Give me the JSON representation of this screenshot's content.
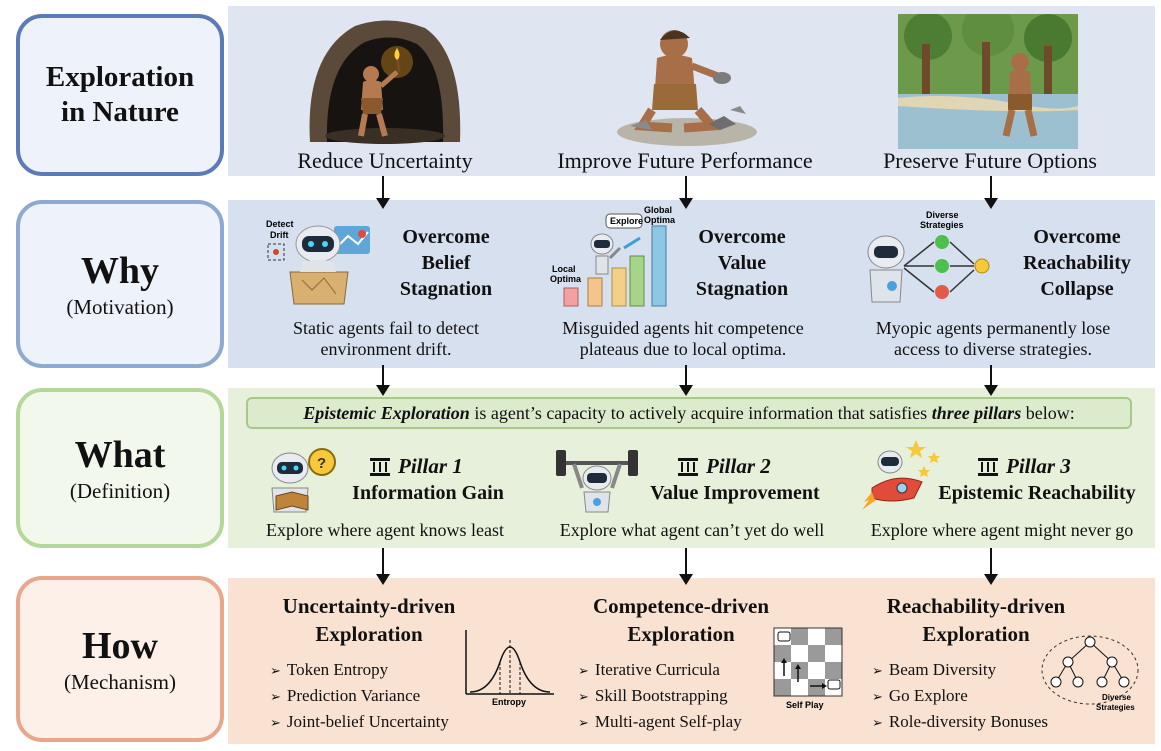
{
  "rows": {
    "nature": {
      "title": "Exploration in Nature"
    },
    "why": {
      "title": "Why",
      "subtitle": "(Motivation)"
    },
    "what": {
      "title": "What",
      "subtitle": "(Definition)"
    },
    "how": {
      "title": "How",
      "subtitle": "(Mechanism)"
    }
  },
  "nature": {
    "captions": [
      "Reduce Uncertainty",
      "Improve Future Performance",
      "Preserve Future Options"
    ]
  },
  "why": {
    "columns": [
      {
        "heading": [
          "Overcome",
          "Belief",
          "Stagnation"
        ],
        "desc": "Static agents fail to detect environment drift.",
        "labels": [
          "Detect",
          "Drift"
        ]
      },
      {
        "heading": [
          "Overcome",
          "Value",
          "Stagnation"
        ],
        "desc": "Misguided agents hit competence plateaus due to local optima.",
        "labels": [
          "Explore",
          "Global",
          "Optima",
          "Local",
          "Optima"
        ]
      },
      {
        "heading": [
          "Overcome",
          "Reachability",
          "Collapse"
        ],
        "desc": "Myopic agents permanently lose access to diverse strategies.",
        "labels": [
          "Diverse",
          "Strategies"
        ]
      }
    ]
  },
  "what": {
    "definition": {
      "term": "Epistemic Exploration",
      "middle": " is agent’s capacity to actively acquire information that satisfies ",
      "emph": "three pillars",
      "end": " below:"
    },
    "pillars": [
      {
        "title": "Pillar 1",
        "name": "Information Gain",
        "explore": "Explore where agent knows least"
      },
      {
        "title": "Pillar 2",
        "name": "Value Improvement",
        "explore": "Explore what agent can’t yet do well"
      },
      {
        "title": "Pillar 3",
        "name": "Epistemic Reachability",
        "explore": "Explore where agent might never go"
      }
    ]
  },
  "how": {
    "columns": [
      {
        "heading": [
          "Uncertainty-driven",
          "Exploration"
        ],
        "items": [
          "Token Entropy",
          "Prediction Variance",
          "Joint-belief Uncertainty"
        ],
        "figure_label": "Entropy"
      },
      {
        "heading": [
          "Competence-driven",
          "Exploration"
        ],
        "items": [
          "Iterative Curricula",
          "Skill Bootstrapping",
          "Multi-agent Self-play"
        ],
        "figure_label": "Self Play"
      },
      {
        "heading": [
          "Reachability-driven",
          "Exploration"
        ],
        "items": [
          "Beam Diversity",
          "Go Explore",
          "Role-diversity Bonuses"
        ],
        "figure_label": [
          "Diverse",
          "Strategies"
        ]
      }
    ],
    "bullet_marker": "➢"
  },
  "colors": {
    "nature_band": "#dfe6f2",
    "why_band": "#d6e0ee",
    "what_band": "#e6f0da",
    "how_band": "#fae2d2",
    "nature_border": "#5a7ab8",
    "why_border": "#8faad0",
    "what_border": "#b4d79a",
    "how_border": "#e8a78a"
  }
}
